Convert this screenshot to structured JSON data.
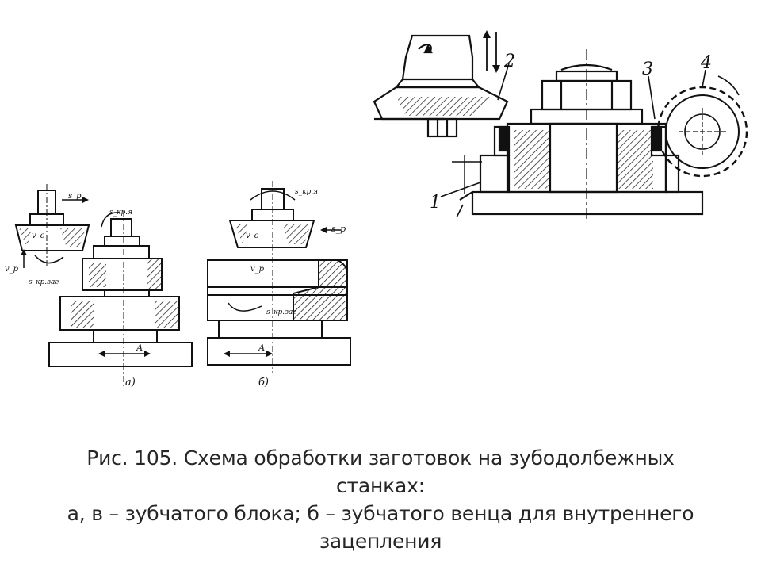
{
  "slide": {
    "caption": {
      "line1": "Рис. 105. Схема обработки заготовок на зубодолбежных",
      "line2": "станках:",
      "line3": "а, в – зубчатого блока; б – зубчатого венца для внутреннего",
      "line4": "зацепления"
    }
  },
  "figure": {
    "callouts": {
      "n1": "1",
      "n2": "2",
      "n3": "3",
      "n4": "4"
    },
    "subfig_a": {
      "label": "а)",
      "v_feed": "s_р",
      "v_c": "v_c",
      "v_p": "v_р",
      "s_round": "s_кр.я",
      "s_round2": "s_кр.заг",
      "axis": "А"
    },
    "subfig_b": {
      "label": "б)",
      "s_round": "s_кр.я",
      "s_radial": "s_р",
      "v_c": "v_c",
      "v_p": "v_р",
      "s_round2": "s_кр.заг",
      "axis": "А"
    }
  }
}
